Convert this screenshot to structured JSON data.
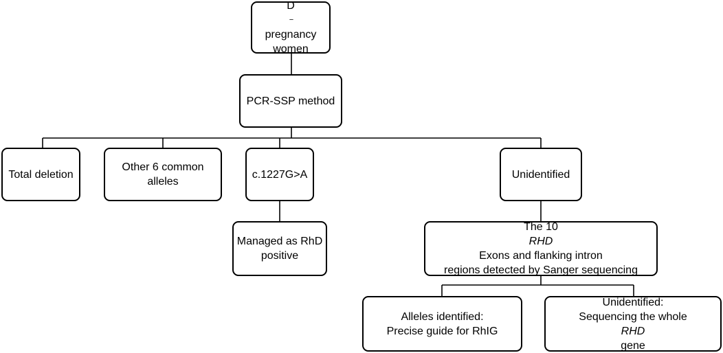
{
  "nodes": {
    "root": {
      "line1_letter": "D",
      "line1_sup": "−",
      "line2": "pregnancy",
      "line3": "women"
    },
    "pcr": {
      "label": "PCR-SSP method"
    },
    "total_deletion": {
      "label": "Total deletion"
    },
    "other_alleles": {
      "line1": "Other 6 common",
      "line2": "alleles"
    },
    "c1227": {
      "label": "c.1227G>A"
    },
    "unidentified": {
      "label": "Unidentified"
    },
    "managed": {
      "line1": "Managed as RhD",
      "line2": "positive"
    },
    "exons": {
      "line1_pre": "The 10 ",
      "line1_italic": "RHD",
      "line1_post": " Exons and flanking intron",
      "line2": "regions detected by Sanger sequencing"
    },
    "alleles_identified": {
      "line1": "Alleles identified:",
      "line2": "Precise guide for RhIG"
    },
    "unidentified2": {
      "line1": "Unidentified:",
      "line2_pre": "Sequencing the whole ",
      "line2_italic": "RHD",
      "line2_post": " gene"
    }
  }
}
